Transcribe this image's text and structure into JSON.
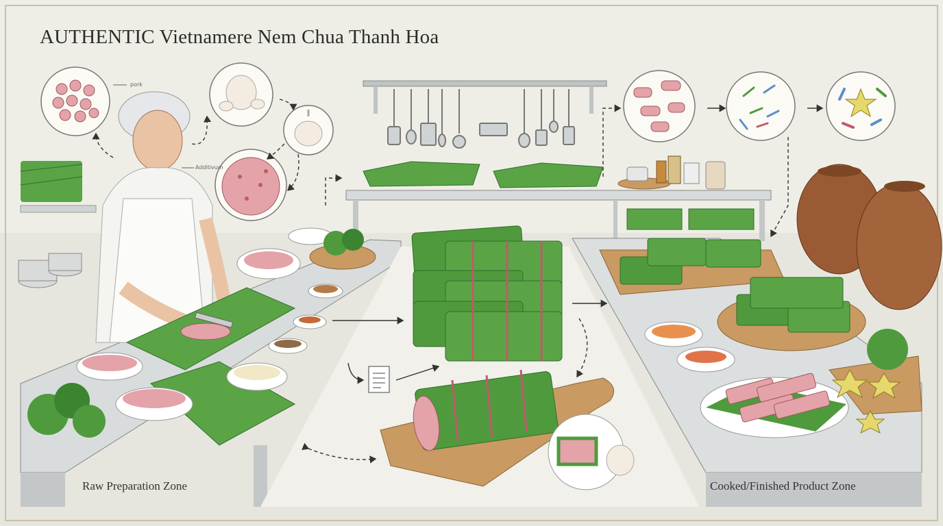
{
  "title": "AUTHENTIC Vietnamere Nem Chua Thanh Hoa",
  "zones": {
    "raw": "Raw Preparation Zone",
    "finished": "Cooked/Finished Product Zone"
  },
  "callouts": {
    "pork": "pork",
    "additive": "Additivum"
  },
  "colors": {
    "leaf_green": "#4f9a3c",
    "leaf_dark": "#2f6e2a",
    "string_pink": "#c05a6a",
    "pork_pink": "#e3a3a8",
    "steel": "#cfd3d3",
    "wood": "#c99a62",
    "jar": "#9a5b34",
    "background": "#efe9dc"
  },
  "icons": [
    "pork-mince-icon",
    "garlic-icon",
    "garlic-bulb-icon",
    "marinated-meat-icon",
    "recipe-card-icon",
    "fermentation-stage-1-icon",
    "fermentation-stage-2-icon",
    "fermentation-stage-3-icon"
  ]
}
